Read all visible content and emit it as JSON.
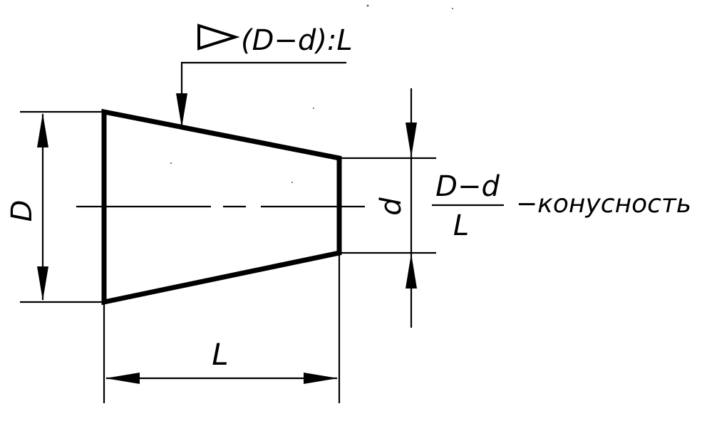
{
  "labels": {
    "taper_callout": "(D−d):L",
    "big_diameter": "D",
    "small_diameter": "d",
    "length": "L",
    "fraction_numerator": "D−d",
    "fraction_denominator": "L",
    "term": "−конусность"
  },
  "icons": {
    "taper_symbol": "taper-triangle-icon"
  }
}
